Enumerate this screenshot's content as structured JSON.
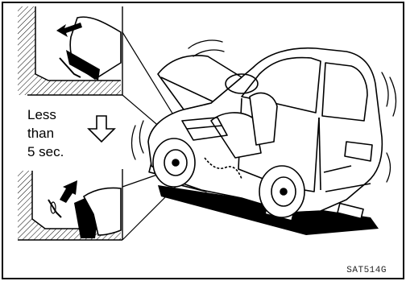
{
  "caption": {
    "line1": "Less",
    "line2": "than",
    "line3": "5 sec."
  },
  "figure_code": "SAT514G",
  "colors": {
    "ink": "#000000",
    "paper": "#ffffff"
  }
}
